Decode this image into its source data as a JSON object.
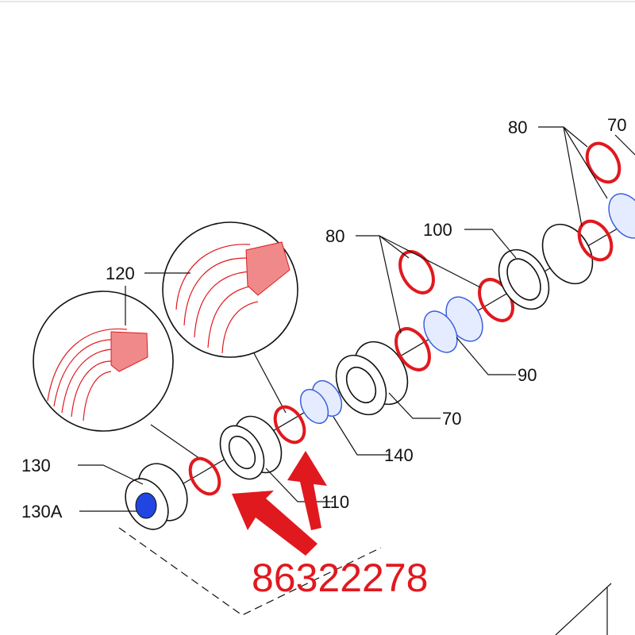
{
  "labels": {
    "l80_top": "80",
    "l70_top": "70",
    "l100": "100",
    "l80_mid": "80",
    "l120": "120",
    "l90": "90",
    "l70_mid": "70",
    "l140": "140",
    "l130": "130",
    "l130A": "130A",
    "l110": "110"
  },
  "part_number": "86322278",
  "colors": {
    "seal": "#e0191f",
    "bearing": "#3a5fe0",
    "part_number": "#e0191f"
  }
}
